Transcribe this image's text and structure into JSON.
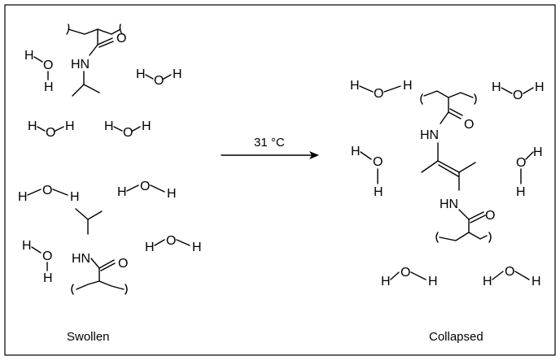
{
  "figure": {
    "arrow_label": "31 °C",
    "swollen_label": "Swollen",
    "collapsed_label": "Collapsed"
  },
  "atoms": {
    "h": "H",
    "o": "O",
    "nh": "HN"
  }
}
